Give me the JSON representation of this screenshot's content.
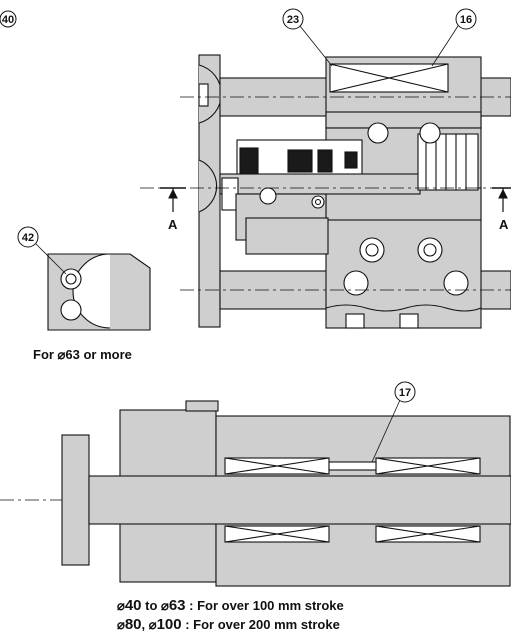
{
  "callouts": {
    "c40": "40",
    "c23": "23",
    "c16": "16",
    "c42": "42",
    "c17": "17"
  },
  "section_marks": {
    "left": "A",
    "right": "A"
  },
  "captions": {
    "small_bore": "For ⌀63 or more",
    "line1_prefix": "⌀",
    "line1_a": "40",
    "line1_mid": " to ⌀",
    "line1_b": "63",
    "line1_suffix": " : For over 100 mm stroke",
    "line2_prefix": "⌀",
    "line2_a": "80",
    "line2_mid": ", ⌀",
    "line2_b": "100",
    "line2_suffix": " : For over 200 mm stroke"
  },
  "colors": {
    "line": "#111111",
    "shade": "#cfcfcf",
    "shade_dark": "#1a1a1a",
    "background": "#ffffff"
  }
}
